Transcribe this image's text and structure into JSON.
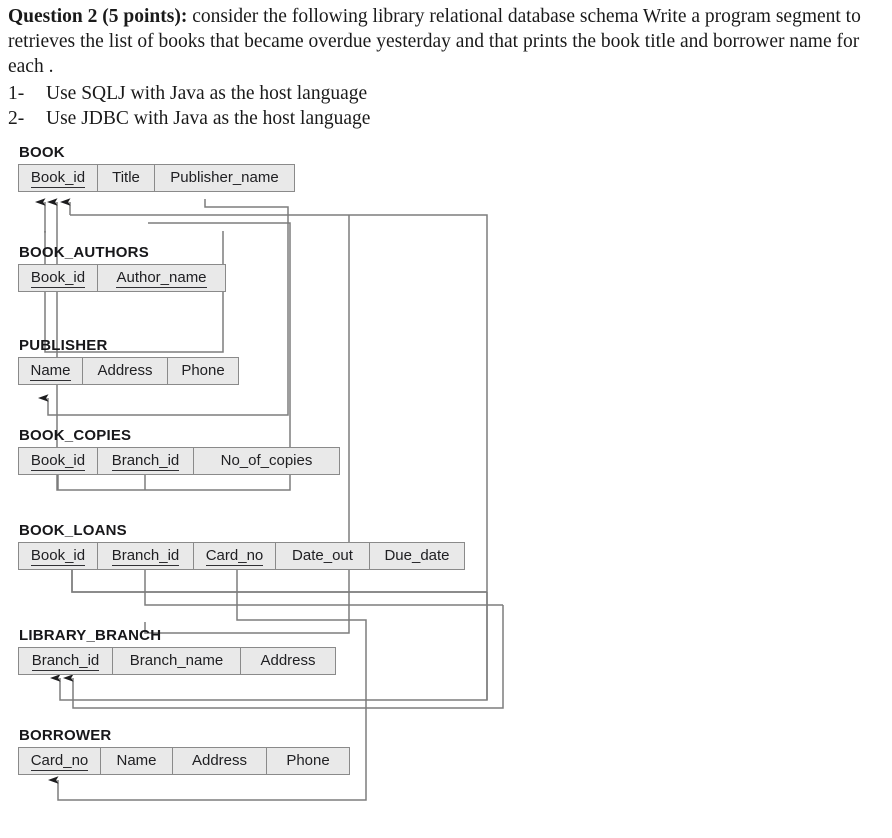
{
  "question": {
    "label": "Question 2 (5 points):",
    "body": " consider the following library relational database schema Write a program segment to retrieves the list of books that became overdue yesterday and that prints the book title and borrower name for each .",
    "tasks": [
      {
        "num": "1-",
        "text": "Use SQLJ with Java as the host language"
      },
      {
        "num": "2-",
        "text": "Use JDBC with Java as the host language"
      }
    ]
  },
  "schema": {
    "relations": [
      {
        "name": "BOOK",
        "attributes": [
          {
            "label": "Book_id",
            "pk": true
          },
          {
            "label": "Title",
            "pk": false
          },
          {
            "label": "Publisher_name",
            "pk": false
          }
        ]
      },
      {
        "name": "BOOK_AUTHORS",
        "attributes": [
          {
            "label": "Book_id",
            "pk": true
          },
          {
            "label": "Author_name",
            "pk": true
          }
        ]
      },
      {
        "name": "PUBLISHER",
        "attributes": [
          {
            "label": "Name",
            "pk": true
          },
          {
            "label": "Address",
            "pk": false
          },
          {
            "label": "Phone",
            "pk": false
          }
        ]
      },
      {
        "name": "BOOK_COPIES",
        "attributes": [
          {
            "label": "Book_id",
            "pk": true
          },
          {
            "label": "Branch_id",
            "pk": true
          },
          {
            "label": "No_of_copies",
            "pk": false
          }
        ]
      },
      {
        "name": "BOOK_LOANS",
        "attributes": [
          {
            "label": "Book_id",
            "pk": true
          },
          {
            "label": "Branch_id",
            "pk": true
          },
          {
            "label": "Card_no",
            "pk": true
          },
          {
            "label": "Date_out",
            "pk": false
          },
          {
            "label": "Due_date",
            "pk": false
          }
        ]
      },
      {
        "name": "LIBRARY_BRANCH",
        "attributes": [
          {
            "label": "Branch_id",
            "pk": true
          },
          {
            "label": "Branch_name",
            "pk": false
          },
          {
            "label": "Address",
            "pk": false
          }
        ]
      },
      {
        "name": "BORROWER",
        "attributes": [
          {
            "label": "Card_no",
            "pk": true
          },
          {
            "label": "Name",
            "pk": false
          },
          {
            "label": "Address",
            "pk": false
          },
          {
            "label": "Phone",
            "pk": false
          }
        ]
      }
    ],
    "colors": {
      "cell_fill": "#e9e9e9",
      "border": "#8a8a8a",
      "connector": "#7d7d7d",
      "text": "#202023"
    },
    "foreign_keys": [
      {
        "from": "BOOK_AUTHORS.Book_id",
        "to": "BOOK.Book_id"
      },
      {
        "from": "BOOK_COPIES.Book_id",
        "to": "BOOK.Book_id"
      },
      {
        "from": "BOOK_LOANS.Book_id",
        "to": "BOOK.Book_id"
      },
      {
        "from": "BOOK.Publisher_name",
        "to": "PUBLISHER.Name"
      },
      {
        "from": "BOOK_COPIES.Branch_id",
        "to": "LIBRARY_BRANCH.Branch_id"
      },
      {
        "from": "BOOK_LOANS.Branch_id",
        "to": "LIBRARY_BRANCH.Branch_id"
      },
      {
        "from": "BOOK_LOANS.Card_no",
        "to": "BORROWER.Card_no"
      }
    ]
  }
}
